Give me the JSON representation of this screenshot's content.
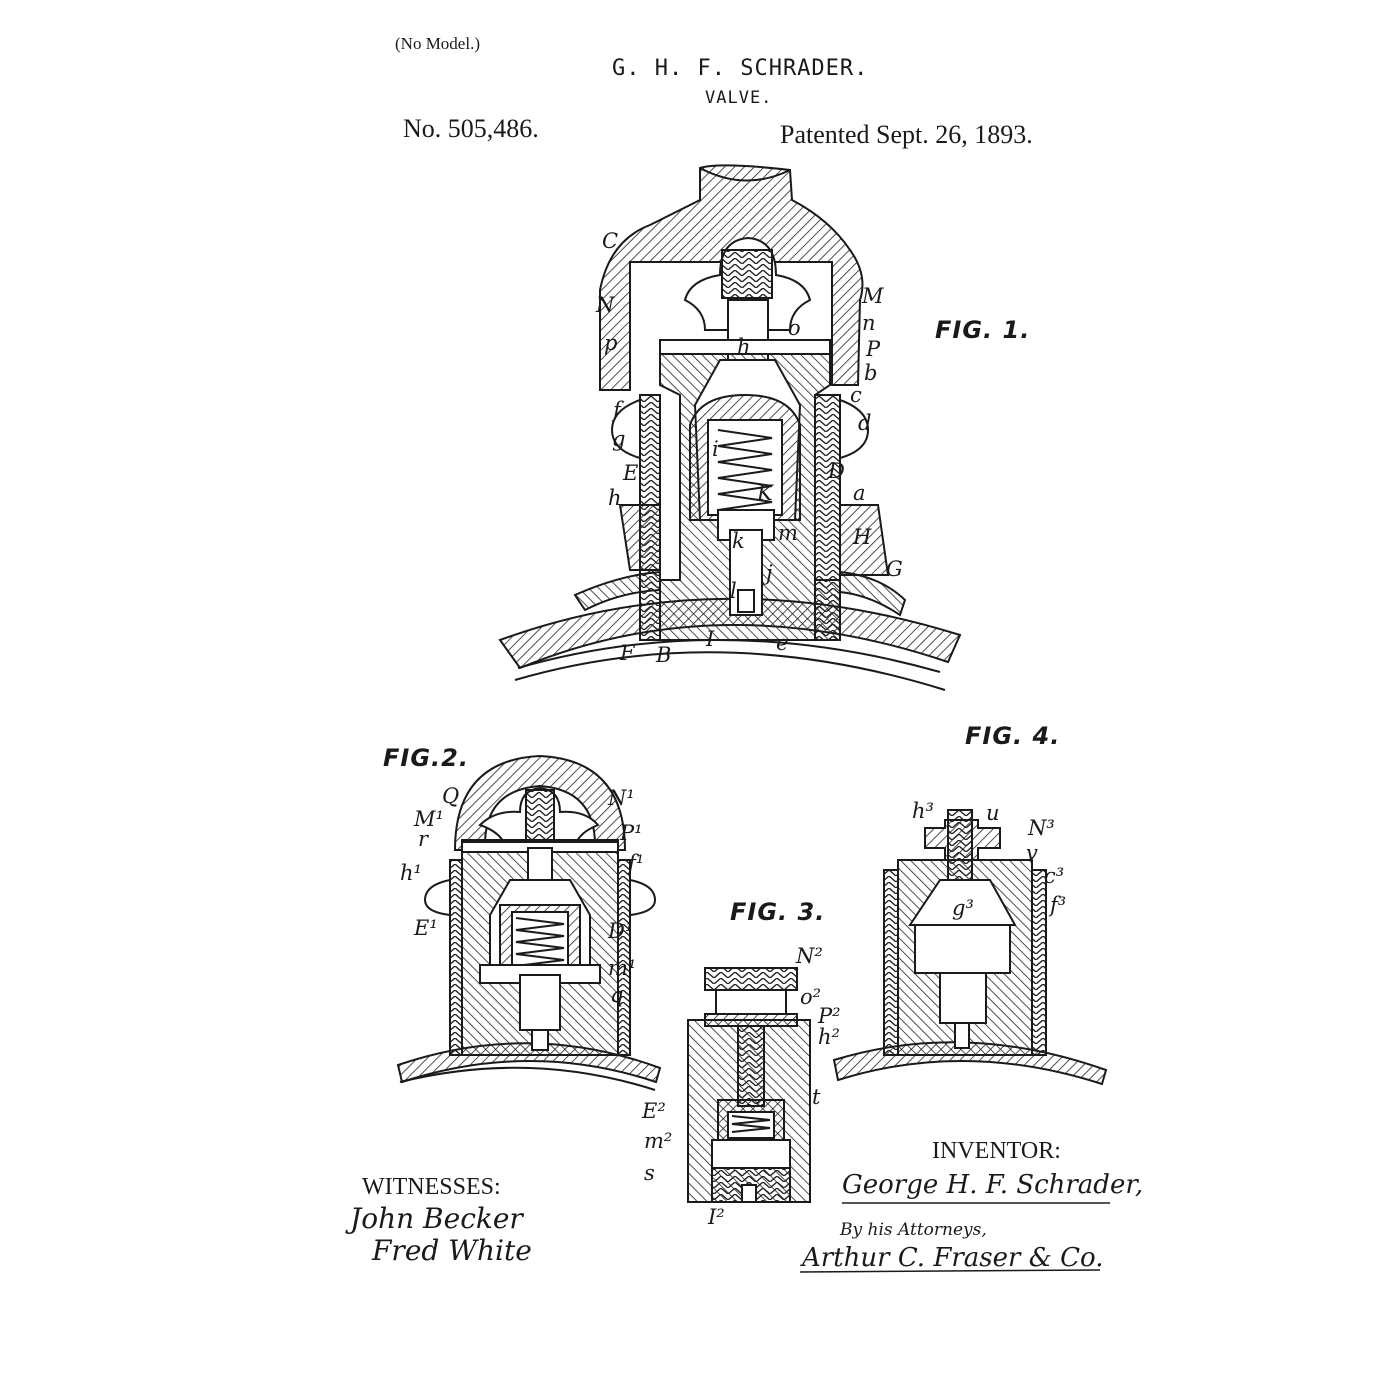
{
  "header": {
    "model_note": "(No Model.)",
    "inventor_name": "G. H. F. SCHRADER.",
    "invention_title": "VALVE.",
    "patent_number": "No. 505,486.",
    "patent_date": "Patented Sept. 26, 1893."
  },
  "figures": {
    "fig1": {
      "label": "FIG. 1.",
      "refs": [
        "C",
        "N",
        "M",
        "n",
        "o",
        "p",
        "h",
        "P",
        "b",
        "c",
        "f",
        "d",
        "g",
        "i",
        "E",
        "D",
        "h",
        "K",
        "a",
        "m",
        "k",
        "H",
        "j",
        "G",
        "l",
        "F",
        "B",
        "I",
        "e"
      ]
    },
    "fig2": {
      "label": "FIG.2.",
      "refs": [
        "Q",
        "N¹",
        "M¹",
        "r",
        "P¹",
        "h¹",
        "f¹",
        "E¹",
        "D¹",
        "m¹",
        "q"
      ]
    },
    "fig3": {
      "label": "FIG. 3.",
      "refs": [
        "N²",
        "o²",
        "P²",
        "h²",
        "E²",
        "t",
        "m²",
        "s",
        "I²"
      ]
    },
    "fig4": {
      "label": "FIG. 4.",
      "refs": [
        "h³",
        "u",
        "N³",
        "v",
        "c³",
        "g³",
        "f³"
      ]
    }
  },
  "witnesses": {
    "heading": "WITNESSES:",
    "names": [
      "John Becker",
      "Fred White"
    ]
  },
  "inventor": {
    "heading": "INVENTOR:",
    "signature": "George H. F. Schrader,",
    "by_line": "By his Attorneys,",
    "attorney_signature": "Arthur C. Fraser & Co."
  }
}
